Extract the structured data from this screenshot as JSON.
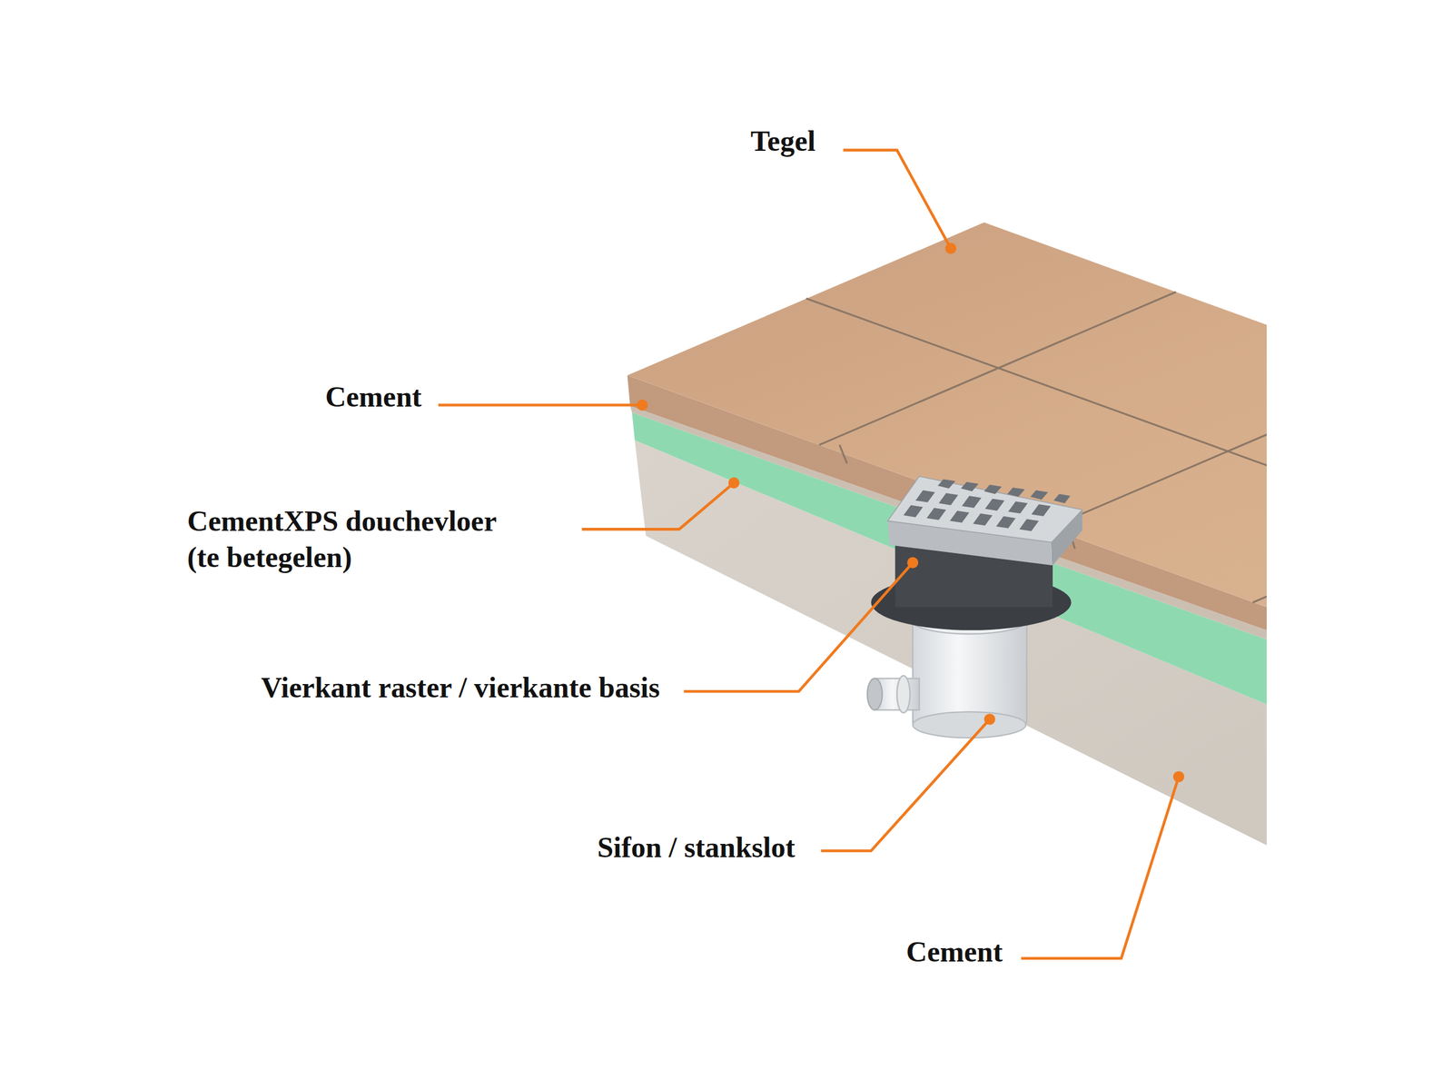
{
  "diagram": {
    "labels": [
      "Tegel",
      "Cement",
      "CementXPS douchevloer (te betegelen)",
      "Vierkant raster / vierkante basis",
      "Sifon / stankslot",
      "Cement"
    ]
  }
}
